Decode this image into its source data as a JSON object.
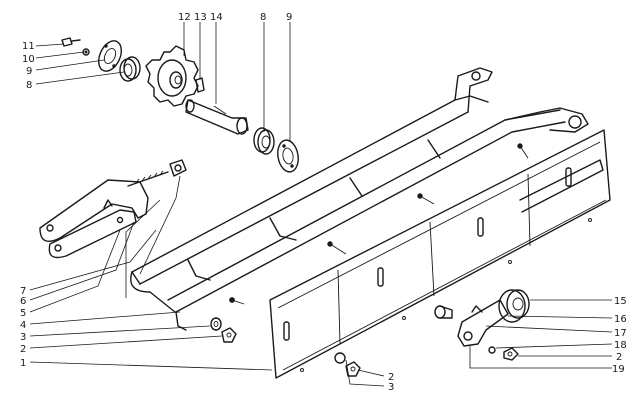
{
  "labels": {
    "l1": "1",
    "l2a": "2",
    "l3a": "3",
    "l4": "4",
    "l5": "5",
    "l6": "6",
    "l7": "7",
    "l8a": "8",
    "l9a": "9",
    "l10": "10",
    "l11": "11",
    "l12": "12",
    "l13": "13",
    "l14": "14",
    "l8b": "8",
    "l9b": "9",
    "l15": "15",
    "l16": "16",
    "l17": "17",
    "l18": "18",
    "l2b": "2",
    "l19": "19",
    "l2c": "2",
    "l3b": "3"
  }
}
